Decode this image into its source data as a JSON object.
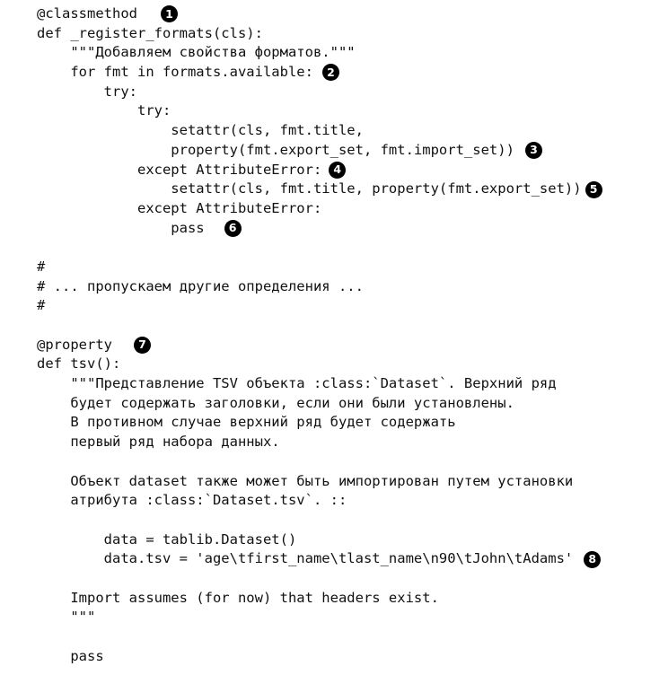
{
  "lines": [
    {
      "text": "@classmethod",
      "callout": "1",
      "gap": 26
    },
    {
      "text": "def _register_formats(cls):"
    },
    {
      "text": "    \"\"\"Добавляем свойства форматов.\"\"\""
    },
    {
      "text": "    for fmt in formats.available:",
      "callout": "2",
      "gap": 10
    },
    {
      "text": "        try:"
    },
    {
      "text": "            try:"
    },
    {
      "text": "                setattr(cls, fmt.title,"
    },
    {
      "text": "                property(fmt.export_set, fmt.import_set))",
      "callout": "3",
      "gap": 12
    },
    {
      "text": "            except AttributeError:",
      "callout": "4",
      "gap": 8
    },
    {
      "text": "                setattr(cls, fmt.title, property(fmt.export_set))",
      "callout": "5",
      "gap": 4
    },
    {
      "text": "            except AttributeError:"
    },
    {
      "text": "                pass",
      "callout": "6",
      "gap": 22
    },
    {
      "text": ""
    },
    {
      "text": "#"
    },
    {
      "text": "# ... пропускаем другие определения ..."
    },
    {
      "text": "#"
    },
    {
      "text": ""
    },
    {
      "text": "@property",
      "callout": "7",
      "gap": 24
    },
    {
      "text": "def tsv():"
    },
    {
      "text": "    \"\"\"Представление TSV объекта :class:`Dataset`. Верхний ряд"
    },
    {
      "text": "    будет содержать заголовки, если они были установлены."
    },
    {
      "text": "    В противном случае верхний ряд будет содержать"
    },
    {
      "text": "    первый ряд набора данных."
    },
    {
      "text": ""
    },
    {
      "text": "    Объект dataset также может быть импортирован путем установки"
    },
    {
      "text": "    атрибута :class:`Dataset.tsv`. ::"
    },
    {
      "text": ""
    },
    {
      "text": "        data = tablib.Dataset()"
    },
    {
      "text": "        data.tsv = 'age\\tfirst_name\\tlast_name\\n90\\tJohn\\tAdams'",
      "callout": "8",
      "gap": 12
    },
    {
      "text": ""
    },
    {
      "text": "    Import assumes (for now) that headers exist."
    },
    {
      "text": "    \"\"\""
    },
    {
      "text": ""
    },
    {
      "text": "    pass"
    }
  ]
}
